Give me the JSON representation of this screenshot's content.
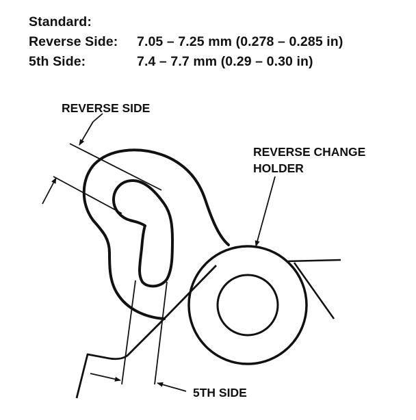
{
  "spec": {
    "heading": "Standard:",
    "rows": [
      {
        "label": "Reverse Side:",
        "value": "7.05 – 7.25 mm (0.278 – 0.285 in)"
      },
      {
        "label": "5th Side:",
        "value": "7.4 – 7.7 mm (0.29 – 0.30 in)"
      }
    ]
  },
  "labels": {
    "reverse_side": "REVERSE SIDE",
    "holder_line1": "REVERSE CHANGE",
    "holder_line2": "HOLDER",
    "fifth_side": "5TH SIDE"
  },
  "colors": {
    "ink": "#111111",
    "background": "#ffffff"
  }
}
